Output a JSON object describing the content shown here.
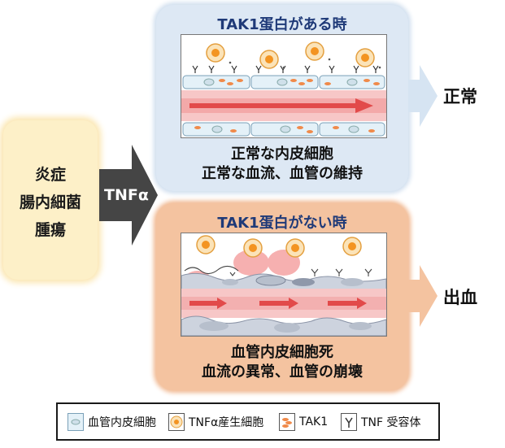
{
  "causes": [
    "炎症",
    "腸内細菌",
    "腫瘍"
  ],
  "signal_label": "TNFα",
  "top_panel": {
    "title": "TAK1蛋白がある時",
    "caption_line1": "正常な内皮細胞",
    "caption_line2": "正常な血流、血管の維持",
    "outcome": "正常"
  },
  "bottom_panel": {
    "title": "TAK1蛋白がない時",
    "caption_line1": "血管内皮細胞死",
    "caption_line2": "血流の異常、血管の崩壊",
    "outcome": "出血"
  },
  "legend": {
    "endothelial": "血管内皮細胞",
    "tnf_producer": "TNFα産生細胞",
    "tak1": "TAK1",
    "receptor": "TNF 受容体"
  },
  "colors": {
    "title_blue": "#1f3a78",
    "top_panel_bg": "#dde8f4",
    "bottom_panel_bg": "#f4c3a0",
    "cause_bg": "#fdf0c8",
    "arrow_dark": "#454545",
    "flow_arrow": "#e24a4a"
  }
}
